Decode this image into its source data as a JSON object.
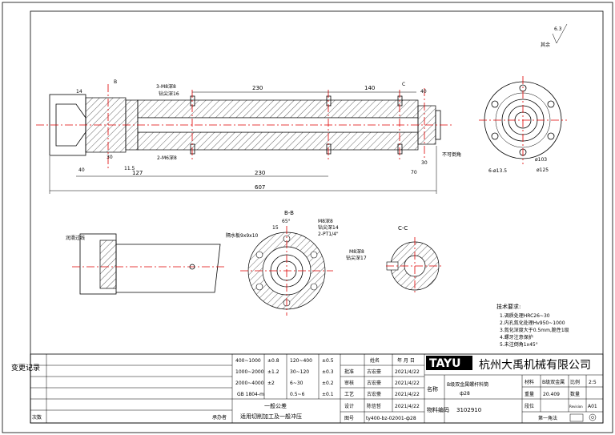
{
  "roughness": {
    "value": "6.3",
    "label": "其余"
  },
  "dimensions": {
    "d230a": "230",
    "d140": "140",
    "d127": "127",
    "d230b": "230",
    "d607": "607",
    "d40a": "40",
    "d40b": "40",
    "d70": "70",
    "d30a": "30",
    "d30b": "30",
    "d14": "14",
    "d11_5": "11.5",
    "d103": "ø103",
    "d125": "ø125",
    "holes": "6-ø13.5",
    "d65": "65°",
    "d15": "15"
  },
  "callouts": {
    "m8_top": "3-M8深8",
    "drill16": "钻尖深16",
    "m6": "2-M6深8",
    "no_chamfer": "不可倒角",
    "water_slot": "隔水板9x9x10",
    "m8_b": "M8深8",
    "drill14": "钻尖深14",
    "pt": "2-PT1/4\"",
    "m8_c": "M8深8",
    "drill17": "钻尖深17",
    "oil": "润滑过线"
  },
  "views": {
    "bb": "B-B",
    "cc": "C-C",
    "b_mark": "B",
    "c_mark": "C"
  },
  "tech": {
    "title": "技术要求:",
    "items": [
      "1.调质处理HRC26~30",
      "2.内孔氮化处理Hv950~1000",
      "3.氮化深度大于0.5mm,脆性1级",
      "4.螺牙注意保护",
      "5.未注倒角1x45°"
    ]
  },
  "tolerance": {
    "rows": [
      [
        "400~1000",
        "±0.8",
        "120~400",
        "±0.5"
      ],
      [
        "1000~2000",
        "±1.2",
        "30~120",
        "±0.3"
      ],
      [
        "2000~4000",
        "±2",
        "6~30",
        "±0.2"
      ],
      [
        "GB 1804-m",
        "",
        "0.5~6",
        "±0.1"
      ]
    ],
    "general": "一般公差",
    "general2": "适用切削加工及一般冲压"
  },
  "revision": {
    "side_label": "变更记录",
    "change_col": "次数",
    "sign_col": "承办者"
  },
  "approval": {
    "header": [
      "姓名",
      "年 月 日"
    ],
    "rows": [
      {
        "role": "批准",
        "name": "古宏豪",
        "date": "2021/4/22"
      },
      {
        "role": "审核",
        "name": "古宏豪",
        "date": "2021/4/22"
      },
      {
        "role": "工艺",
        "name": "古宏豪",
        "date": "2021/4/22"
      },
      {
        "role": "设计",
        "name": "陈信哲",
        "date": "2021/4/22"
      },
      {
        "role": "图号",
        "name": "ty400-bz-02001-ф28",
        "date": ""
      }
    ]
  },
  "company": {
    "logo": "TAYU",
    "name": "杭州大禹机械有限公司"
  },
  "part": {
    "name_label": "名称",
    "name": "B级双金属螺杆料筒",
    "size": "ф28",
    "code_label": "物料编码",
    "code": "3102910"
  },
  "props": {
    "material_label": "材料",
    "material": "B级双金属",
    "scale_label": "比例",
    "scale": "2:5",
    "weight_label": "重量",
    "weight": "20.409",
    "qty_label": "数量",
    "stage_label": "段位",
    "version_label": "Revision",
    "version": "A01",
    "sheet": "第一角法"
  }
}
